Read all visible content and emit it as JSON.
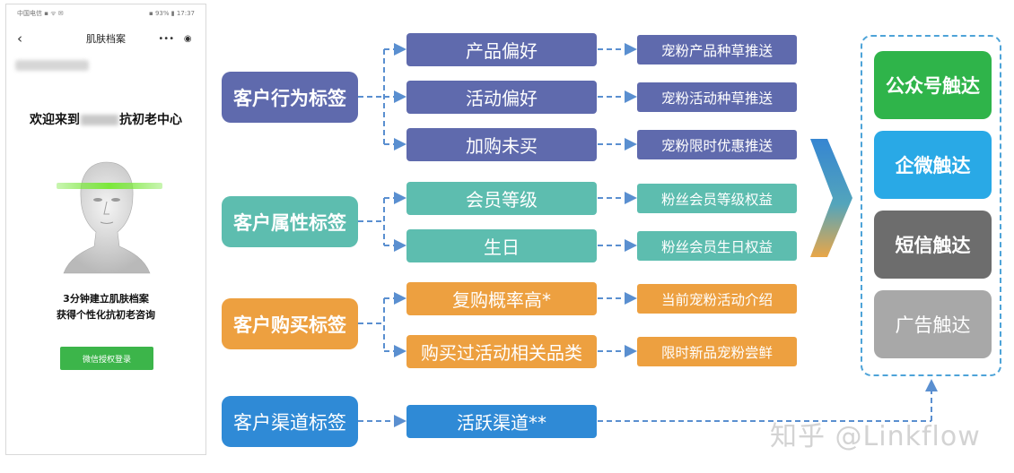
{
  "phone": {
    "status_left": "中国电信 ▪ ᯤ ✉",
    "status_right": "▪ 93% ▮ 17:37",
    "title": "肌肤档案",
    "menu_dots": "•••",
    "welcome_pre": "欢迎来到",
    "welcome_post": "抗初老中心",
    "intro_line1": "3分钟建立肌肤档案",
    "intro_line2": "获得个性化抗初老咨询",
    "login_button": "微信授权登录"
  },
  "diagram": {
    "categories": [
      {
        "label": "客户行为标签",
        "color": "#5f6aad"
      },
      {
        "label": "客户属性标签",
        "color": "#5dbdaf"
      },
      {
        "label": "客户购买标签",
        "color": "#eda040"
      },
      {
        "label": "客户渠道标签",
        "color": "#2f8ad6"
      }
    ],
    "subtags": [
      "产品偏好",
      "活动偏好",
      "加购未买",
      "会员等级",
      "生日",
      "复购概率高*",
      "购买过活动相关品类",
      "活跃渠道**"
    ],
    "actions": [
      "宠粉产品种草推送",
      "宠粉活动种草推送",
      "宠粉限时优惠推送",
      "粉丝会员等级权益",
      "粉丝会员生日权益",
      "当前宠粉活动介绍",
      "限时新品宠粉尝鲜"
    ],
    "channels": [
      {
        "label": "公众号触达",
        "color": "#2fb44a"
      },
      {
        "label": "企微触达",
        "color": "#29a9e6"
      },
      {
        "label": "短信触达",
        "color": "#6d6d6d"
      },
      {
        "label": "广告触达",
        "color": "#a8a8a8"
      }
    ],
    "line_color": "#5a8fd0",
    "watermark": "知乎 @Linkflow"
  }
}
